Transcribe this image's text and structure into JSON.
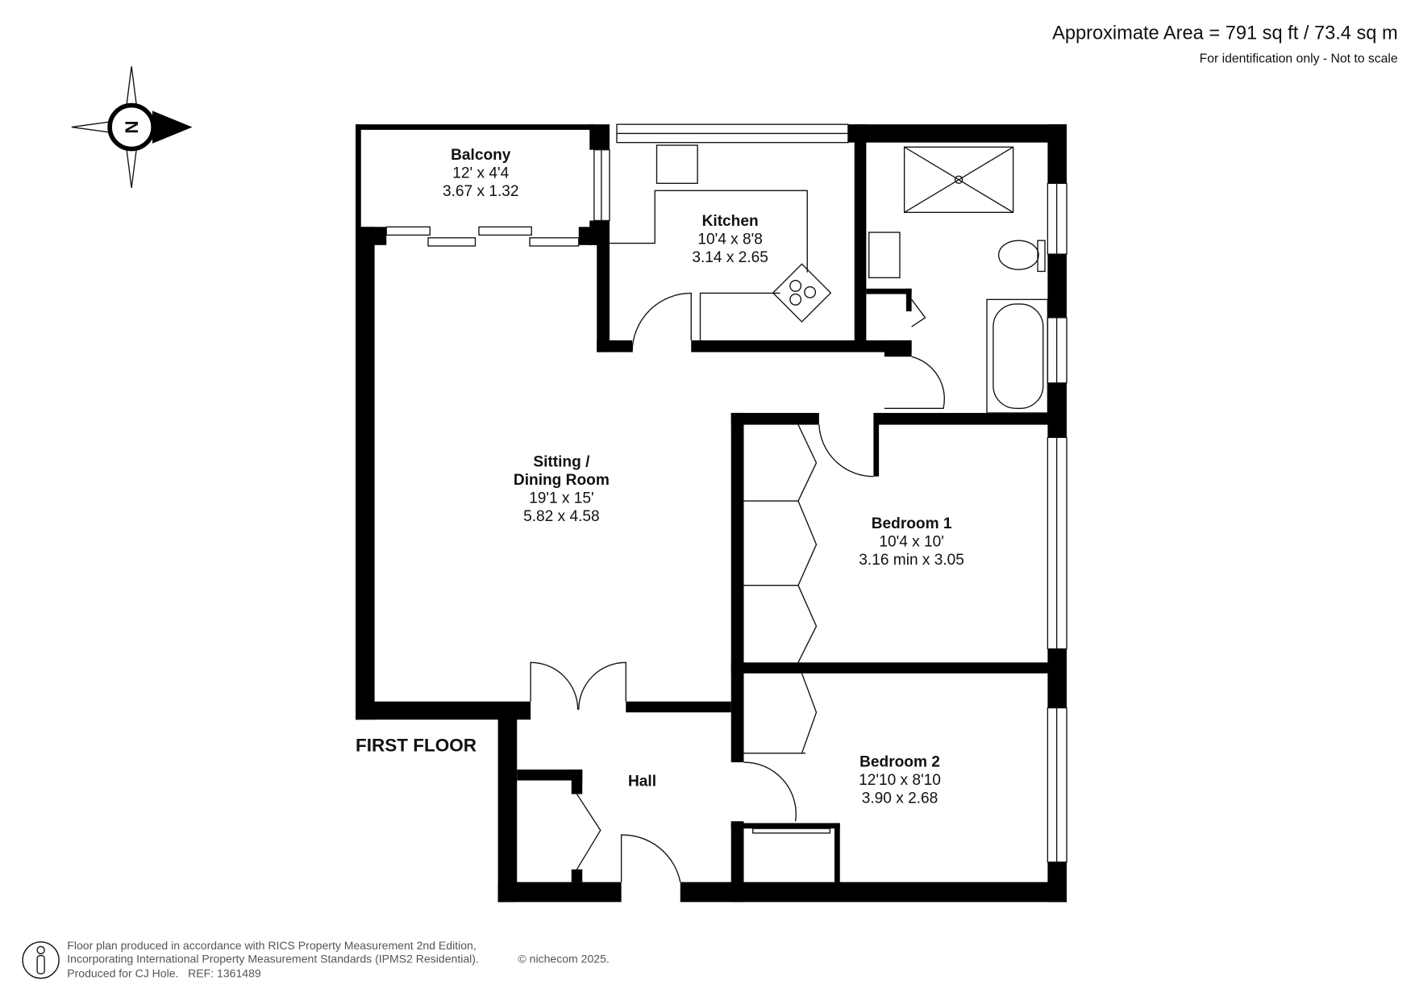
{
  "header": {
    "area": "Approximate Area = 791 sq ft / 73.4 sq m",
    "disclaimer": "For identification only - Not to scale"
  },
  "compass": {
    "north_label": "N"
  },
  "floor_label": "FIRST FLOOR",
  "rooms": {
    "balcony": {
      "name": "Balcony",
      "imperial": "12' x 4'4",
      "metric": "3.67 x 1.32"
    },
    "kitchen": {
      "name": "Kitchen",
      "imperial": "10'4 x 8'8",
      "metric": "3.14 x 2.65"
    },
    "sitting": {
      "name1": "Sitting /",
      "name2": "Dining Room",
      "imperial": "19'1 x 15'",
      "metric": "5.82 x 4.58"
    },
    "bedroom1": {
      "name": "Bedroom 1",
      "imperial": "10'4 x 10'",
      "metric": "3.16 min x 3.05"
    },
    "bedroom2": {
      "name": "Bedroom 2",
      "imperial": "12'10 x 8'10",
      "metric": "3.90 x 2.68"
    },
    "hall": {
      "name": "Hall"
    }
  },
  "footer": {
    "line1": "Floor plan produced in accordance with RICS Property Measurement 2nd Edition,",
    "line2": "Incorporating International Property Measurement Standards (IPMS2 Residential).",
    "copyright": "© nichecom 2025.",
    "line3": "Produced for CJ Hole.   REF: 1361489"
  }
}
